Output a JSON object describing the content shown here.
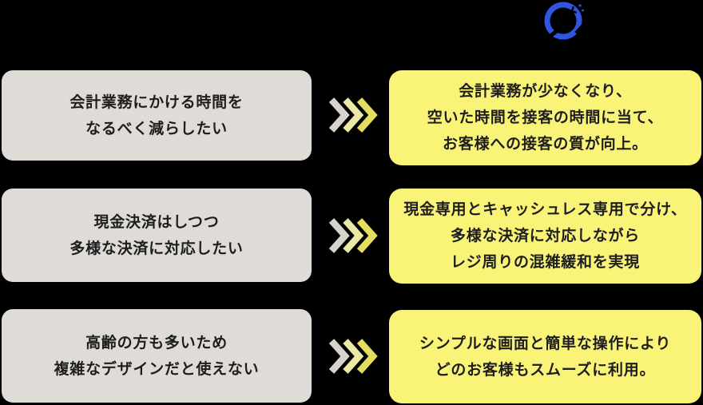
{
  "logo": {
    "name": "blue-circle-brand-mark",
    "color": "#2f55e2"
  },
  "colors": {
    "background": "#000000",
    "problem_box": "#dfdcd7",
    "solution_box": "#f9f378",
    "text": "#1e1e1e",
    "chevron_1": "#d6d3cd",
    "chevron_2": "#ece9a5",
    "chevron_3": "#e4de60"
  },
  "rows": [
    {
      "problem_lines": [
        "会計業務にかける時間を",
        "なるべく減らしたい"
      ],
      "solution_lines": [
        "会計業務が少なくなり、",
        "空いた時間を接客の時間に当て、",
        "お客様への接客の質が向上。"
      ]
    },
    {
      "problem_lines": [
        "現金決済はしつつ",
        "多様な決済に対応したい"
      ],
      "solution_lines": [
        "現金専用とキャッシュレス専用で分け、",
        "多様な決済に対応しながら",
        "レジ周りの混雑緩和を実現"
      ]
    },
    {
      "problem_lines": [
        "高齢の方も多いため",
        "複雑なデザインだと使えない"
      ],
      "solution_lines": [
        "シンプルな画面と簡単な操作により",
        "どのお客様もスムーズに利用。"
      ]
    }
  ]
}
